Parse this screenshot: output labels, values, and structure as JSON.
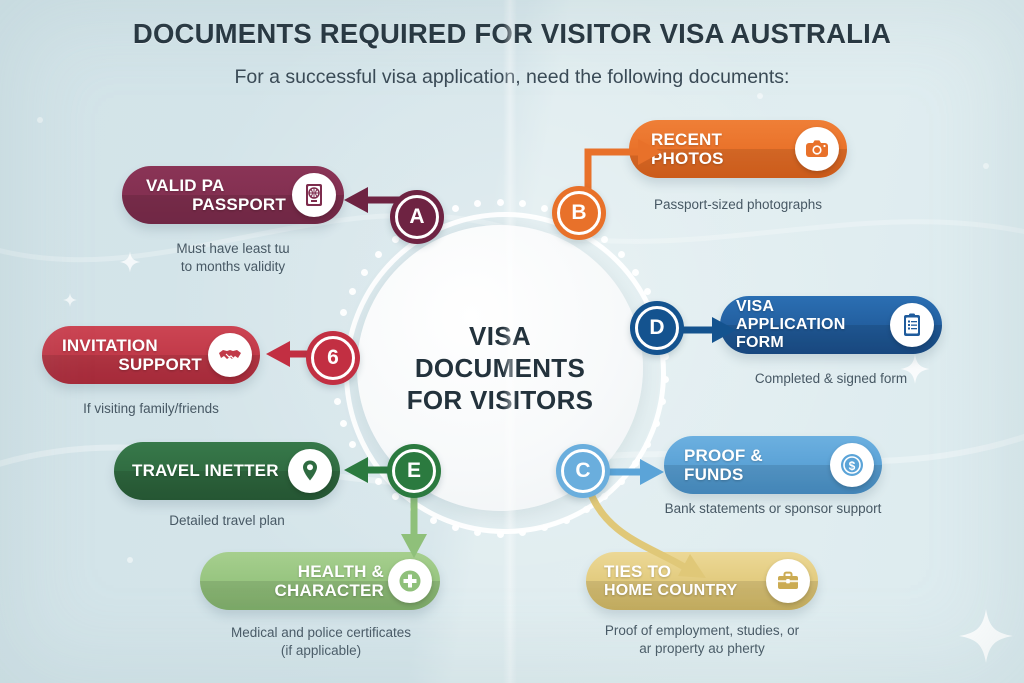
{
  "header": {
    "title": "DOCUMENTS REQUIRED FOR VISITOR VISA AUSTRALIA",
    "subtitle": "For a successful visa application, need the following documents:"
  },
  "hub": {
    "line1": "VISA",
    "line2": "DOCUMENTS",
    "line3": "FOR VISITORS"
  },
  "items": [
    {
      "badge": "A",
      "label_line1": "VALID PA",
      "label_line2": "PASSPORT",
      "caption_line1": "Must have least tɯ",
      "caption_line2": "to months validity",
      "icon": "passport-icon",
      "color": "#7d2c4d",
      "badge_color": "#6e2342"
    },
    {
      "badge": "B",
      "label_line1": "RECENT",
      "label_line2": "PHOTOS",
      "caption_line1": "Passport-sized photographs",
      "caption_line2": "",
      "icon": "camera-icon",
      "color": "#e8712a",
      "badge_color": "#e8712a"
    },
    {
      "badge": "D",
      "label_line1": "VISA APPLICATION",
      "label_line2": "FORM",
      "caption_line1": "Completed & signed form",
      "caption_line2": "",
      "icon": "clipboard-icon",
      "color": "#1f5b9c",
      "badge_color": "#14538f"
    },
    {
      "badge": "C",
      "label_line1": "PROOF & FUNDS",
      "label_line2": "",
      "caption_line1": "Bank statements or sponsor support",
      "caption_line2": "",
      "icon": "money-icon",
      "color": "#5ba4d8",
      "badge_color": "#6aaedd"
    },
    {
      "badge": "",
      "label_line1": "TIES TO",
      "label_line2": "HOME COUNTRY",
      "caption_line1": "Proof of employment, studies, or",
      "caption_line2": "ar property aʊ pherty",
      "icon": "briefcase-icon",
      "color": "#e0c878",
      "badge_color": "#e0c878"
    },
    {
      "badge": "6",
      "label_line1": "INVITATION",
      "label_line2": "SUPPORT",
      "caption_line1": "If visiting family/friends",
      "caption_line2": "",
      "icon": "handshake-icon",
      "color": "#c13a49",
      "badge_color": "#c22f42"
    },
    {
      "badge": "E",
      "label_line1": "TRAVEL INETTER",
      "label_line2": "",
      "caption_line1": "Detailed travel plan",
      "caption_line2": "",
      "icon": "location-pin-icon",
      "color": "#2f6b41",
      "badge_color": "#2b7a3f"
    },
    {
      "badge": "",
      "label_line1": "HEALTH &",
      "label_line2": "CHARACTER",
      "caption_line1": "Medical and police certificates",
      "caption_line2": "(if applicable)",
      "icon": "medical-plus-icon",
      "color": "#8fc07a",
      "badge_color": "#8fc07a"
    }
  ]
}
